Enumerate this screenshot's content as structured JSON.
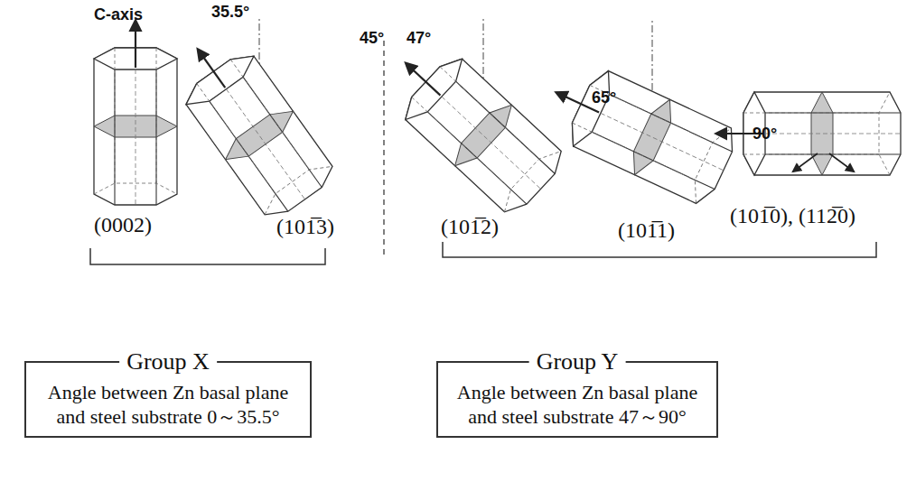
{
  "diagram": {
    "nodes": [
      {
        "text": [
          "Group X",
          "Angle between Zn basal plane and steel substrate 0～35.5°"
        ]
      },
      {
        "text": [
          "Group Y",
          "Angle between Zn basal plane and steel substrate 47～90°"
        ]
      }
    ],
    "labels": [
      "C-axis",
      "35.5°",
      "45°",
      "47°",
      "65°",
      "90°",
      "(0002)",
      "(101̅3)",
      "(101̅2)",
      "(101̅1)",
      "(101̅0), (112̅0)"
    ]
  }
}
